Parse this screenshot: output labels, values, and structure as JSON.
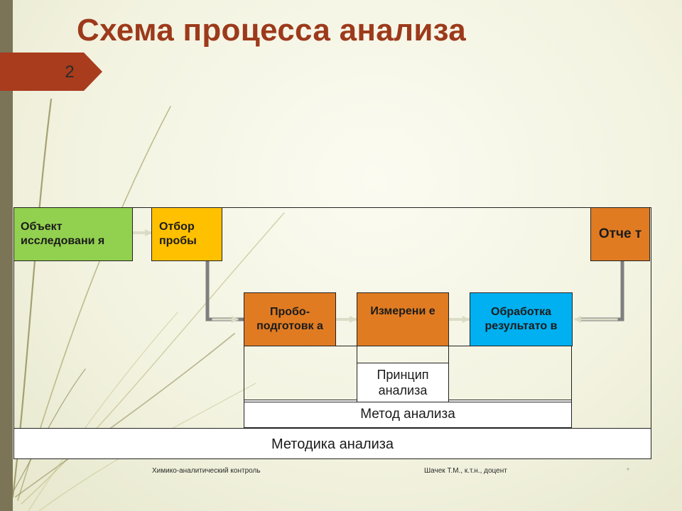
{
  "title": "Схема процесса анализа",
  "slide_number": "2",
  "boxes": {
    "object": "Объект исследовани я",
    "sampling": "Отбор пробы",
    "sample_prep": "Пробо- подготовк а",
    "measurement": "Измерени е",
    "processing": "Обработка результато в",
    "report": "Отче т"
  },
  "principle": "Принцип анализа",
  "method": "Метод анализа",
  "procedure": "Методика анализа",
  "footer": {
    "left": "Химико-аналитический контроль",
    "center": "Шачек Т.М., к.т.н., доцент",
    "right": "*"
  },
  "colors": {
    "title": "#9c3a1b",
    "object_box": "#92d050",
    "sampling_box": "#ffc000",
    "process_boxes": "#e07b22",
    "processing_box": "#00b0f0",
    "connector": "#7f7f7f"
  }
}
